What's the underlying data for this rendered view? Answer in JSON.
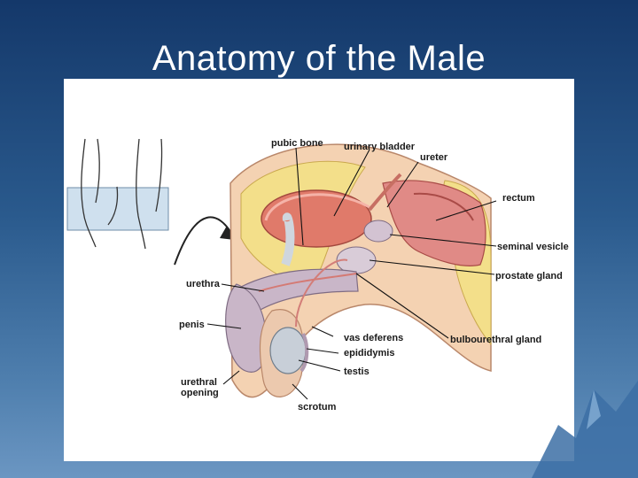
{
  "slide": {
    "title": "Anatomy of the Male"
  },
  "diagram": {
    "labels": {
      "pubic_bone": "pubic bone",
      "urinary_bladder": "urinary bladder",
      "ureter": "ureter",
      "rectum": "rectum",
      "seminal_vesicle": "seminal vesicle",
      "prostate_gland": "prostate gland",
      "urethra": "urethra",
      "penis": "penis",
      "vas_deferens": "vas deferens",
      "bulbourethral_gland": "bulbourethral gland",
      "epididymis": "epididymis",
      "testis": "testis",
      "urethral_opening_1": "urethral",
      "urethral_opening_2": "opening",
      "scrotum": "scrotum"
    }
  },
  "colors": {
    "background_top": "#14386a",
    "background_bottom": "#6b96c2",
    "title_text": "#ffffff",
    "panel": "#ffffff",
    "skin": "#f4d2b2",
    "muscle": "#d9736c",
    "fat": "#f3df8a",
    "bladder": "#e07a6a",
    "erectile_tissue": "#c9b6c8",
    "testis": "#c8cfd8"
  }
}
